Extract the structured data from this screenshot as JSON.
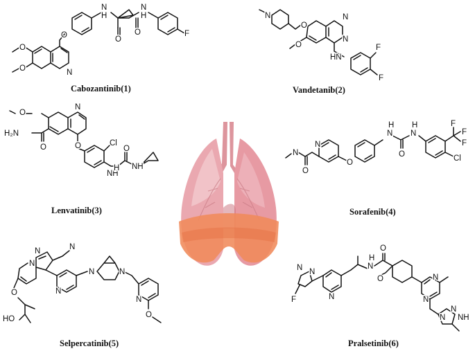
{
  "colors": {
    "background": "#ffffff",
    "ink": "#111111",
    "lung_pink": "#e8a0a8",
    "lung_pink_light": "#f4cfd3",
    "lung_orange": "#f08a5a",
    "lung_orange_dark": "#e2663a",
    "trachea": "#d98a92"
  },
  "center_image": {
    "icon": "lungs-illustration"
  },
  "compounds": [
    {
      "caption": "Cabozantinib(1)",
      "atoms": {
        "n1": "N",
        "h1": "H",
        "n2": "N",
        "h2": "H",
        "o1": "O",
        "o2": "O",
        "o3": "O",
        "o4": "O",
        "o5": "O",
        "n3": "N",
        "f1": "F"
      }
    },
    {
      "caption": "Vandetanib(2)",
      "atoms": {
        "n1": "N",
        "o1": "O",
        "n2": "N",
        "n3": "N",
        "o2": "O",
        "hn": "HN",
        "f1": "F",
        "f2": "F"
      }
    },
    {
      "caption": "Lenvatinib(3)",
      "atoms": {
        "o1": "O",
        "n1": "N",
        "h2n": "H₂N",
        "o2": "O",
        "o3": "O",
        "cl": "Cl",
        "nh1": "NH",
        "o4": "O",
        "nh2": "NH",
        "h1": "H"
      }
    },
    {
      "caption": "Sorafenib(4)",
      "atoms": {
        "h1": "H",
        "n1": "N",
        "h2": "H",
        "n2": "N",
        "f1": "F",
        "f2": "F",
        "f3": "F",
        "n3": "N",
        "n4": "N",
        "o1": "O",
        "o2": "O",
        "o3": "O",
        "cl": "Cl"
      }
    },
    {
      "caption": "Selpercatinib(5)",
      "atoms": {
        "n1": "N",
        "n2": "N",
        "n3": "N",
        "n4": "N",
        "n5": "N",
        "n6": "N",
        "n7": "N",
        "o1": "O",
        "ho": "HO",
        "o2": "O"
      }
    },
    {
      "caption": "Pralsetinib(6)",
      "atoms": {
        "o1": "O",
        "h1": "H",
        "n1": "N",
        "o2": "O",
        "n2": "N",
        "n3": "N",
        "n4": "N",
        "n5": "N",
        "n6": "N",
        "n7": "N",
        "f1": "F",
        "nh": "NH",
        "n8": "N"
      }
    }
  ]
}
